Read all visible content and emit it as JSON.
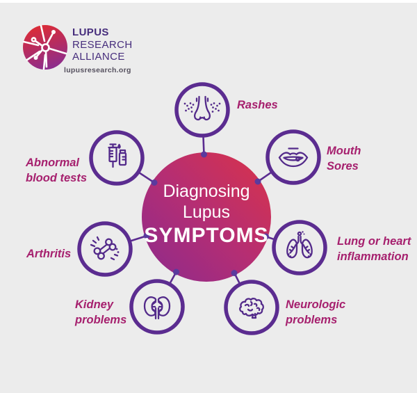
{
  "logo": {
    "line1": "LUPUS",
    "line2": "RESEARCH",
    "line3": "ALLIANCE",
    "website": "lupusresearch.org",
    "mark_icon": "lupus-research-alliance-network-mark"
  },
  "center": {
    "line1": "Diagnosing",
    "line2": "Lupus",
    "line3": "SYMPTOMS"
  },
  "symptoms": [
    {
      "label": "Rashes",
      "icon": "nose-rash-icon"
    },
    {
      "label": "Mouth\nSores",
      "icon": "lips-sore-icon"
    },
    {
      "label": "Lung or heart\ninflammation",
      "icon": "lungs-icon"
    },
    {
      "label": "Neurologic\nproblems",
      "icon": "brain-icon"
    },
    {
      "label": "Kidney\nproblems",
      "icon": "kidneys-icon"
    },
    {
      "label": "Arthritis",
      "icon": "bone-icon"
    },
    {
      "label": "Abnormal\nblood tests",
      "icon": "syringe-vial-icon"
    }
  ],
  "colors": {
    "background": "#ececec",
    "canvas_top_strip": "#ffffff",
    "circle_stroke": "#5b2c90",
    "icon_purple": "#532a8a",
    "connector": "#5b2c90",
    "dot": "#5b3a9e",
    "label_magenta": "#a6206e",
    "logo_text": "#462d7c",
    "website_text": "#55505e",
    "center_text": "#ffffff",
    "center_grad_start": "#8c2a8d",
    "center_grad_mid": "#b52e73",
    "center_grad_end": "#da3349",
    "logo_grad_top": "#dd2c35",
    "logo_grad_bottom": "#8a2d90"
  }
}
